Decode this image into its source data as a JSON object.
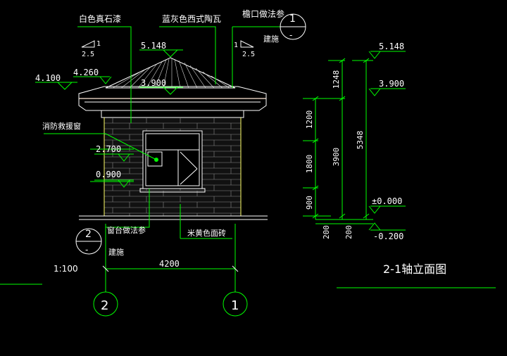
{
  "labels": {
    "white_stone_paint": "白色真石漆",
    "blue_grey_tile": "蓝灰色西式陶瓦",
    "eave_ref": "檐口做法参",
    "fire_window": "消防救援窗",
    "sill_ref": "窗台做法参",
    "beige_tile": "米黄色面砖",
    "build_ref_1": "建施",
    "build_ref_2": "建施",
    "scale": "1:100",
    "drawing_title": "2-1轴立面图"
  },
  "callouts": {
    "top_num": "1",
    "top_den": "-",
    "bottom_num": "2",
    "bottom_den": "-"
  },
  "slopes": {
    "left_rise": "1",
    "left_run": "2.5",
    "right_rise": "1",
    "right_run": "2.5"
  },
  "elevations": {
    "ridge": "5.148",
    "eave": "4.260",
    "eave_low": "4.100",
    "roof_base": "3.900",
    "window_top": "2.700",
    "window_sill": "0.900",
    "right_top": "5.148",
    "right_mid": "3.900",
    "ground": "±0.000",
    "below": "-0.200"
  },
  "dimensions": {
    "d1248": "1248",
    "d1200": "1200",
    "d1800": "1800",
    "d900": "900",
    "d3900": "3900",
    "d5348": "5348",
    "d200a": "200",
    "d200b": "200",
    "d4200": "4200"
  },
  "axes": {
    "left": "2",
    "right": "1"
  }
}
